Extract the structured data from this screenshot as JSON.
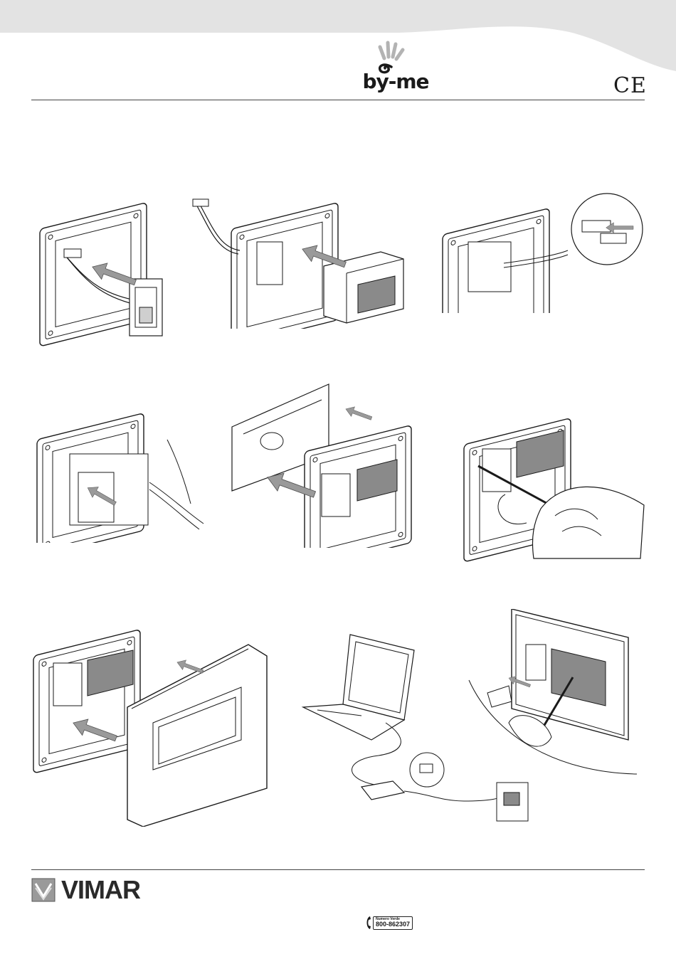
{
  "brand": {
    "product_logo_text": "by-me",
    "certification_mark": "CE"
  },
  "footer": {
    "company_logo_text": "VIMAR",
    "support_label": "Numero Verde",
    "support_number": "800-862307"
  },
  "icons": {
    "brand_logo": "hand-spiral-logo-icon",
    "company_logo": "vimar-shield-icon",
    "phone": "phone-handset-icon",
    "arrow": "insert-arrow-icon"
  },
  "colors": {
    "header_band": "#e3e3e3",
    "line_art": "#1a1a1a",
    "arrow_fill": "#9a9a9a",
    "screen_fill": "#8a8a8a"
  }
}
